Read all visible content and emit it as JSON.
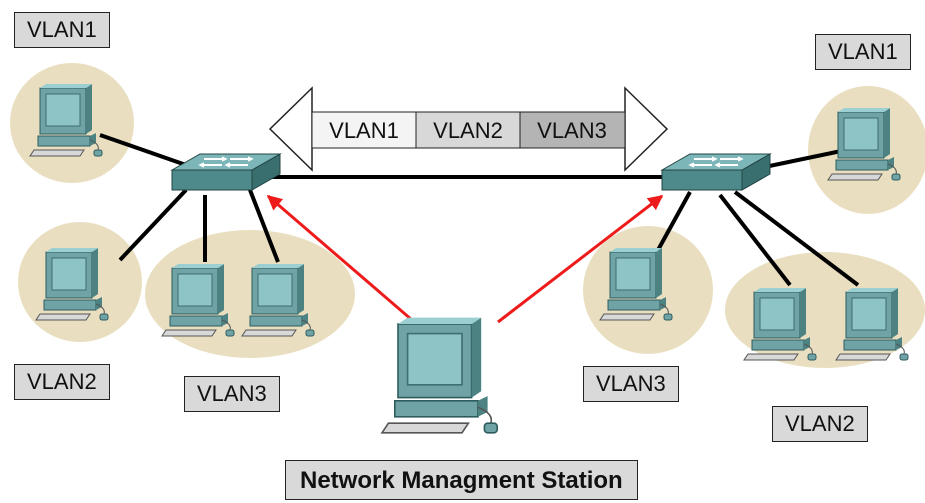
{
  "labels": {
    "left_vlan1": "VLAN1",
    "left_vlan2": "VLAN2",
    "left_vlan3": "VLAN3",
    "right_vlan1": "VLAN1",
    "right_vlan2": "VLAN2",
    "right_vlan3": "VLAN3",
    "station": "Network Managment Station"
  },
  "trunk": {
    "segments": [
      "VLAN1",
      "VLAN2",
      "VLAN3"
    ]
  },
  "colors": {
    "vlan_circle": "#e9dfc0",
    "switch": "#5f9b9c",
    "monitor_screen": "#8fc4c6",
    "management_link": "#ee1b1b",
    "link": "#000000",
    "segment_1": "#f4f4f4",
    "segment_2": "#d8d8d8",
    "segment_3": "#b4b4b4"
  }
}
